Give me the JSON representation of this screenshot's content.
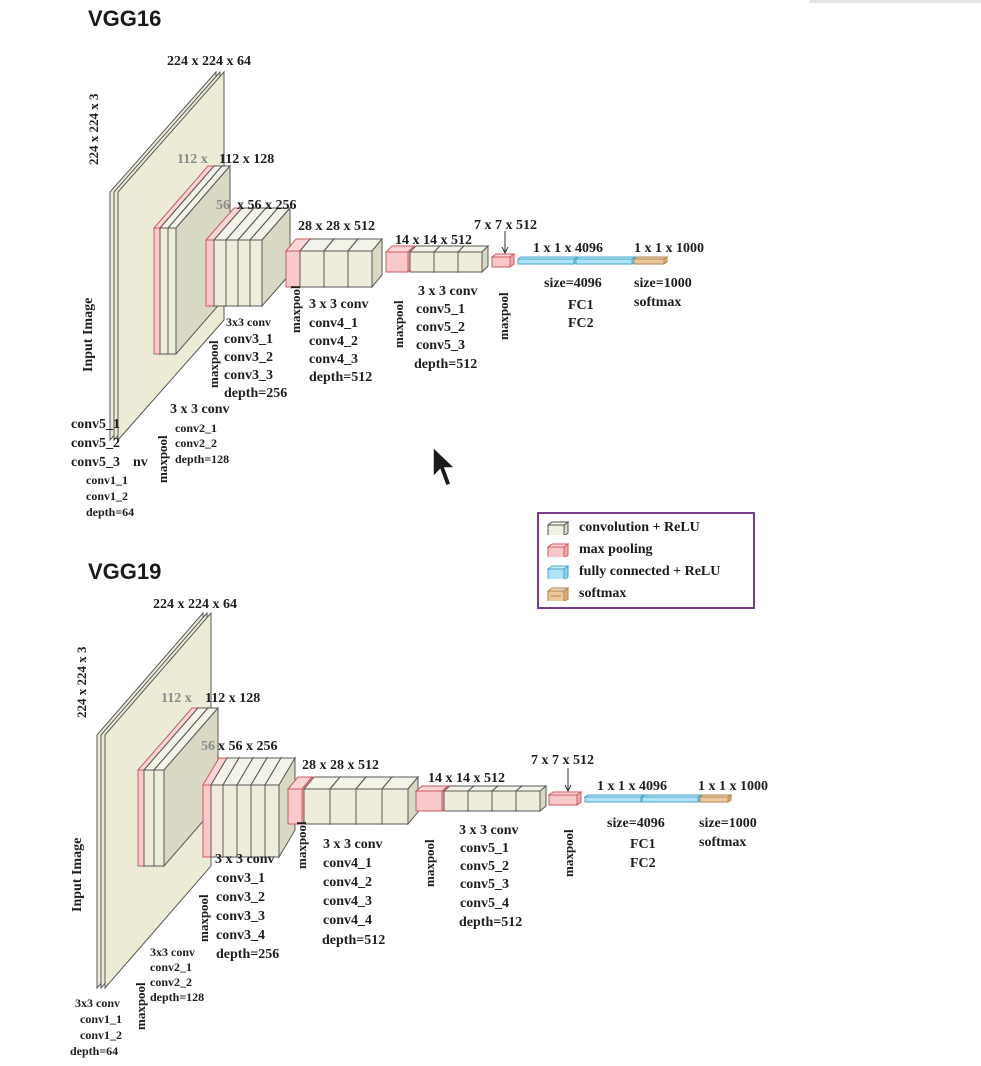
{
  "legend": {
    "items": [
      {
        "label": "convolution + ReLU",
        "color": "#efefe4"
      },
      {
        "label": "max pooling",
        "color": "#f7c6c8"
      },
      {
        "label": "fully connected + ReLU",
        "color": "#aee4f5"
      },
      {
        "label": "softmax",
        "color": "#ecc89c"
      }
    ],
    "border_color": "#7a3d8a"
  },
  "colors": {
    "conv_face": "#ecebd9",
    "conv_side": "#d9d8c3",
    "pool_face": "#f8c8ca",
    "fc": "#a9e1f4",
    "softmax": "#eac497",
    "edge": "#555555"
  },
  "vgg16": {
    "title": "VGG16",
    "input": "224 x 224 x 3",
    "input_label": "Input Image",
    "dims": {
      "d1": "224 x 224 x 64",
      "d2_gray": "112 x",
      "d2": "112 x 128",
      "d3_gray": "56",
      "d3": "x 56 x 256",
      "d4": "28 x 28 x 512",
      "d5": "14 x 14 x 512",
      "d6": "7 x 7 x 512",
      "d7": "1 x 1 x 4096",
      "d8": "1 x 1 x 1000"
    },
    "maxpool": "maxpool",
    "block1": {
      "left": [
        "conv5_1",
        "conv5_2",
        "conv5_3"
      ],
      "suffix": "nv",
      "lines": [
        "conv1_1",
        "conv1_2",
        "depth=64"
      ]
    },
    "block2": {
      "head": "3 x 3 conv",
      "lines": [
        "conv2_1",
        "conv2_2",
        "depth=128"
      ]
    },
    "block3": {
      "head": "3x3 conv",
      "lines": [
        "conv3_1",
        "conv3_2",
        "conv3_3",
        "depth=256"
      ]
    },
    "block4": {
      "head": "3 x 3 conv",
      "lines": [
        "conv4_1",
        "conv4_2",
        "conv4_3",
        "depth=512"
      ]
    },
    "block5": {
      "head": "3 x 3 conv",
      "lines": [
        "conv5_1",
        "conv5_2",
        "conv5_3",
        "depth=512"
      ]
    },
    "fc": {
      "size": "size=4096",
      "lines": [
        "FC1",
        "FC2"
      ]
    },
    "softmax": {
      "size": "size=1000",
      "label": "softmax"
    }
  },
  "vgg19": {
    "title": "VGG19",
    "input": "224 x 224 x 3",
    "input_label": "Input Image",
    "dims": {
      "d1": "224 x 224 x 64",
      "d2_gray": "112 x",
      "d2": "112 x 128",
      "d3_gray": "56",
      "d3": "x 56 x 256",
      "d4": "28 x 28 x 512",
      "d5": "14 x 14 x 512",
      "d6": "7 x 7 x 512",
      "d7": "1 x 1 x 4096",
      "d8": "1 x 1 x 1000"
    },
    "maxpool": "maxpool",
    "block1": {
      "head": "3x3 conv",
      "lines": [
        "conv1_1",
        "conv1_2",
        "depth=64"
      ]
    },
    "block2": {
      "head": "3x3 conv",
      "lines": [
        "conv2_1",
        "conv2_2",
        "depth=128"
      ]
    },
    "block3": {
      "head": "3 x 3 conv",
      "lines": [
        "conv3_1",
        "conv3_2",
        "conv3_3",
        "conv3_4",
        "depth=256"
      ]
    },
    "block4": {
      "head": "3 x 3 conv",
      "lines": [
        "conv4_1",
        "conv4_2",
        "conv4_3",
        "conv4_4",
        "depth=512"
      ]
    },
    "block5": {
      "head": "3 x 3 conv",
      "lines": [
        "conv5_1",
        "conv5_2",
        "conv5_3",
        "conv5_4",
        "depth=512"
      ]
    },
    "fc": {
      "size": "size=4096",
      "lines": [
        "FC1",
        "FC2"
      ]
    },
    "softmax": {
      "size": "size=1000",
      "label": "softmax"
    }
  }
}
